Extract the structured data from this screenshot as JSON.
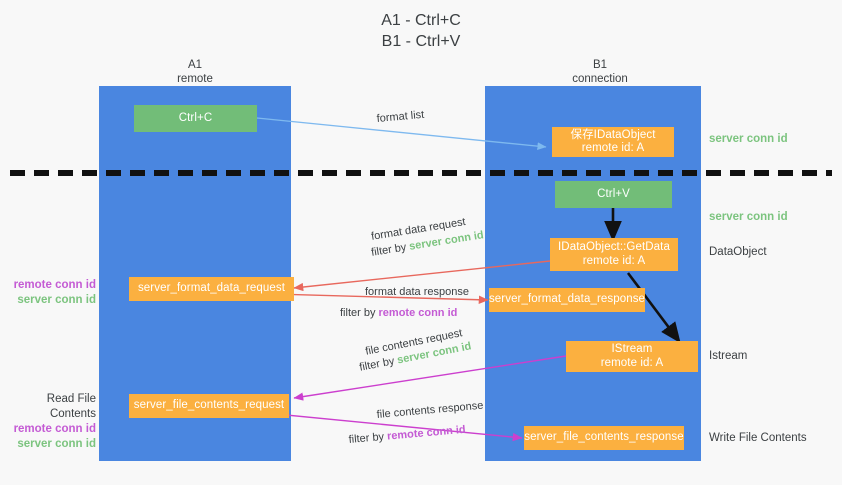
{
  "title": "A1 - Ctrl+C\nB1 - Ctrl+V",
  "columns": [
    {
      "name": "A1",
      "sub": "remote",
      "header": "A1\nremote"
    },
    {
      "name": "B1",
      "sub": "connection",
      "header": "B1\nconnection"
    }
  ],
  "nodes": {
    "ctrl_c": "Ctrl+C",
    "save_idataobject": "保存IDataObject\nremote id: A",
    "ctrl_v": "Ctrl+V",
    "getdata": "IDataObject::GetData\nremote id: A",
    "server_format_data_request": "server_format_data_request",
    "server_format_data_response": "server_format_data_response",
    "istream": "IStream\nremote id: A",
    "server_file_contents_request": "server_file_contents_request",
    "server_file_contents_response": "server_file_contents_response"
  },
  "edges": {
    "format_list": "format list",
    "format_data_request": "format data request",
    "format_data_request_filter_prefix": "filter by ",
    "format_data_request_filter_key": "server conn id",
    "format_data_response": "format data response",
    "format_data_response_filter_prefix": "filter by ",
    "format_data_response_filter_key": "remote conn id",
    "file_contents_request": "file contents request",
    "file_contents_request_filter_prefix": "filter by ",
    "file_contents_request_filter_key": "server conn id",
    "file_contents_response": "file contents response",
    "file_contents_response_filter_prefix": "filter by ",
    "file_contents_response_filter_key": "remote conn id"
  },
  "right_labels": {
    "server_conn_id_top": "server conn id",
    "server_conn_id_mid": "server conn id",
    "dataobject": "DataObject",
    "istream": "Istream",
    "write_file_contents": "Write File Contents"
  },
  "left_labels": {
    "mid_remote": "remote conn id",
    "mid_server": "server conn id",
    "read_file_contents": "Read File Contents",
    "low_remote": "remote conn id",
    "low_server": "server conn id"
  },
  "colors": {
    "lane": "#4a86e0",
    "green_node": "#72bd78",
    "orange_node": "#fbb040",
    "green_text": "#7cc47f",
    "magenta_text": "#c45bd4",
    "red_arrow": "#e8685d",
    "magenta_arrow": "#cc3fce",
    "blue_arrow": "#7eb9ef",
    "black_arrow": "#000000",
    "background": "#f8f8f8",
    "text": "#3c4043"
  }
}
